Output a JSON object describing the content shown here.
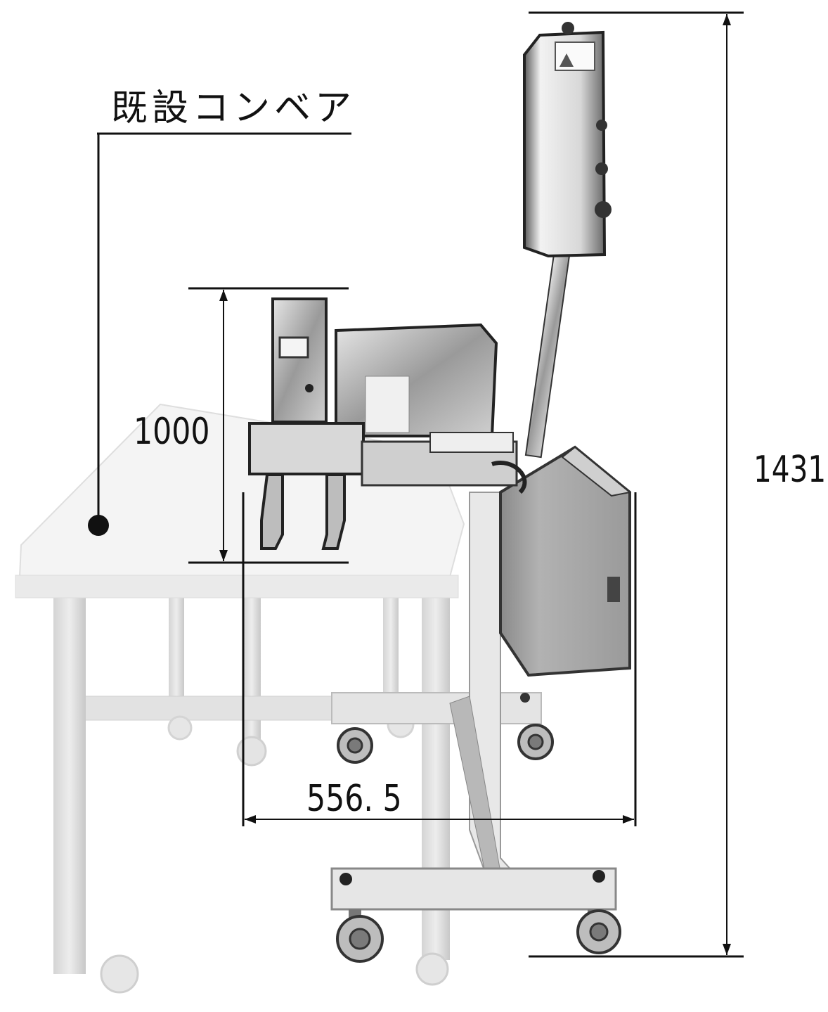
{
  "labels": {
    "existing_conveyor": "既設コンベア",
    "height_1000": "1000",
    "width_5565": "556. 5",
    "height_1431": "1431"
  },
  "colors": {
    "line": "#111111",
    "frame_light": "#dcdcdc",
    "frame_mid": "#a8a8a8",
    "metal": "#8c8c8c",
    "panel": "#a4a4a4",
    "dark": "#3a3a3a"
  }
}
